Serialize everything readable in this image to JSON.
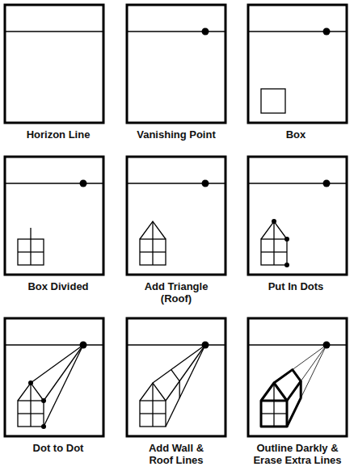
{
  "diagram": {
    "labels": [
      "Horizon Line",
      "Vanishing Point",
      "Box",
      "Box Divided",
      "Add Triangle (Roof)",
      "Put In Dots",
      "Dot to Dot",
      "Add Wall & Roof Lines",
      "Outline Darkly & Erase Extra Lines"
    ]
  }
}
